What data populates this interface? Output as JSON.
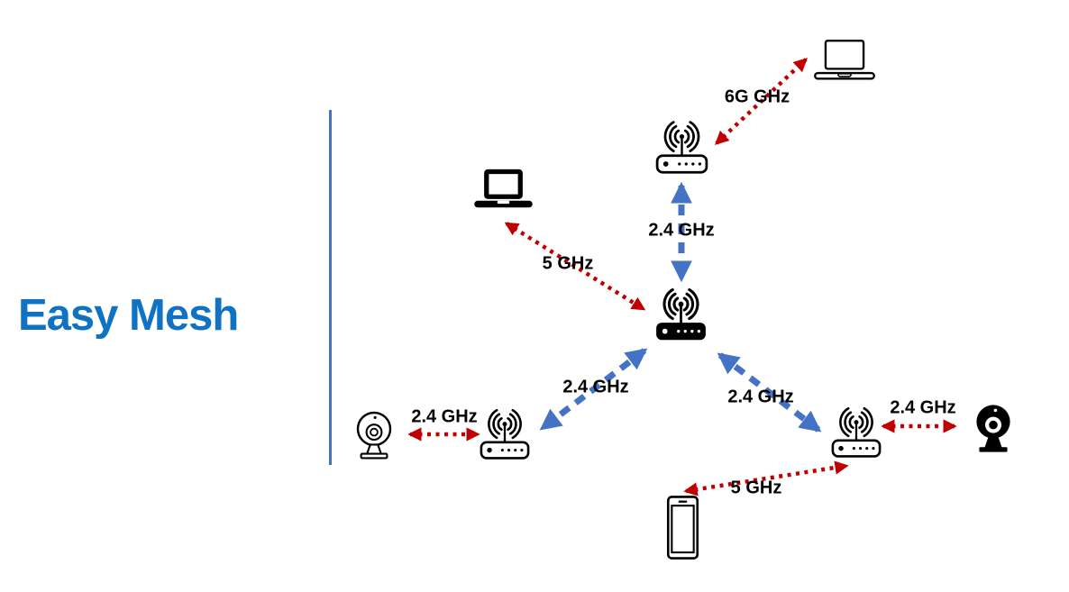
{
  "title": "Easy Mesh",
  "colors": {
    "title": "#0F72C3",
    "blue": "#4472C4",
    "red": "#C00000",
    "ink": "#000000"
  },
  "nodes": [
    {
      "id": "main-router",
      "icon": "wifi-router-icon",
      "variant": "solid"
    },
    {
      "id": "extender-top",
      "icon": "wifi-router-icon",
      "variant": "outline"
    },
    {
      "id": "extender-bottom-left",
      "icon": "wifi-router-icon",
      "variant": "outline"
    },
    {
      "id": "extender-bottom-right",
      "icon": "wifi-router-icon",
      "variant": "outline"
    },
    {
      "id": "laptop-top-right",
      "icon": "laptop-icon",
      "variant": "outline"
    },
    {
      "id": "laptop-left",
      "icon": "laptop-icon",
      "variant": "solid"
    },
    {
      "id": "webcam-left",
      "icon": "webcam-icon",
      "variant": "outline"
    },
    {
      "id": "webcam-right",
      "icon": "webcam-icon",
      "variant": "solid"
    },
    {
      "id": "smartphone-bottom",
      "icon": "smartphone-icon",
      "variant": "outline"
    }
  ],
  "links": [
    {
      "from": "extender-top",
      "to": "laptop-top-right",
      "label": "6G GHz",
      "style": "red-dotted"
    },
    {
      "from": "main-router",
      "to": "extender-top",
      "label": "2.4 GHz",
      "style": "blue-dashed"
    },
    {
      "from": "main-router",
      "to": "laptop-left",
      "label": "5 GHz",
      "style": "red-dotted"
    },
    {
      "from": "main-router",
      "to": "extender-bottom-left",
      "label": "2.4 GHz",
      "style": "blue-dashed"
    },
    {
      "from": "main-router",
      "to": "extender-bottom-right",
      "label": "2.4 GHz",
      "style": "blue-dashed"
    },
    {
      "from": "extender-bottom-left",
      "to": "webcam-left",
      "label": "2.4 GHz",
      "style": "red-dotted"
    },
    {
      "from": "extender-bottom-right",
      "to": "webcam-right",
      "label": "2.4 GHz",
      "style": "red-dotted"
    },
    {
      "from": "extender-bottom-right",
      "to": "smartphone-bottom",
      "label": "5 GHz",
      "style": "red-dotted"
    }
  ]
}
